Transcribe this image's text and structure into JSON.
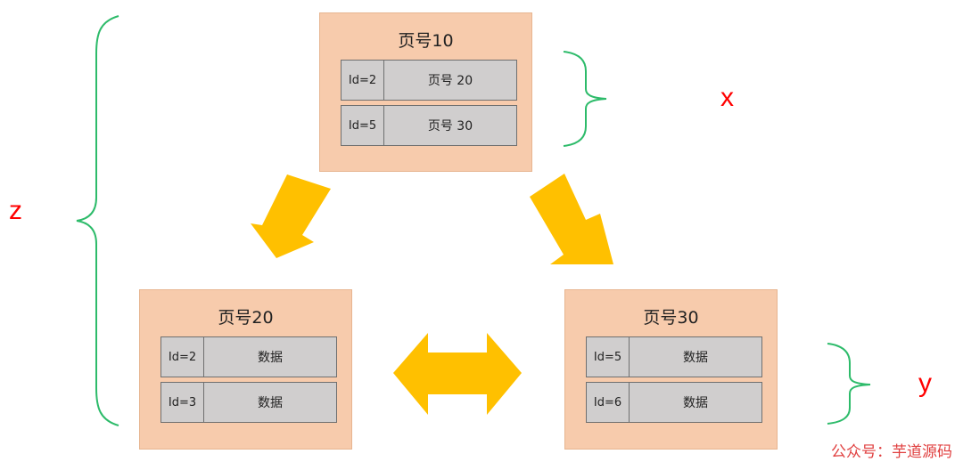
{
  "pages": {
    "root": {
      "title": "页号10",
      "rows": [
        {
          "id": "Id=2",
          "value": "页号 20"
        },
        {
          "id": "Id=5",
          "value": "页号 30"
        }
      ]
    },
    "left": {
      "title": "页号20",
      "rows": [
        {
          "id": "Id=2",
          "value": "数据"
        },
        {
          "id": "Id=3",
          "value": "数据"
        }
      ]
    },
    "right": {
      "title": "页号30",
      "rows": [
        {
          "id": "Id=5",
          "value": "数据"
        },
        {
          "id": "Id=6",
          "value": "数据"
        }
      ]
    }
  },
  "labels": {
    "x": "x",
    "y": "y",
    "z": "z"
  },
  "watermark": "公众号：芋道源码",
  "colors": {
    "page_fill": "#f7cbac",
    "row_fill": "#d0cece",
    "arrow": "#ffc000",
    "brace": "#2dbb6a",
    "label": "#ff0000"
  }
}
